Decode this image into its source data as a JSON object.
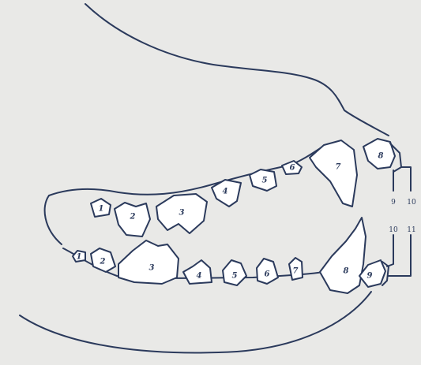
{
  "upper_jaw": {
    "teeth": [
      "1",
      "2",
      "3",
      "4",
      "5",
      "6",
      "7",
      "8"
    ]
  },
  "lower_jaw": {
    "teeth": [
      "1",
      "2",
      "3",
      "4",
      "5",
      "6",
      "7",
      "8",
      "9"
    ]
  },
  "side_labels": {
    "upper_left": "9",
    "upper_right": "10",
    "lower_left": "10",
    "lower_right": "11"
  },
  "colors": {
    "line": "#2b3a5c",
    "background": "#e9e9e7"
  }
}
